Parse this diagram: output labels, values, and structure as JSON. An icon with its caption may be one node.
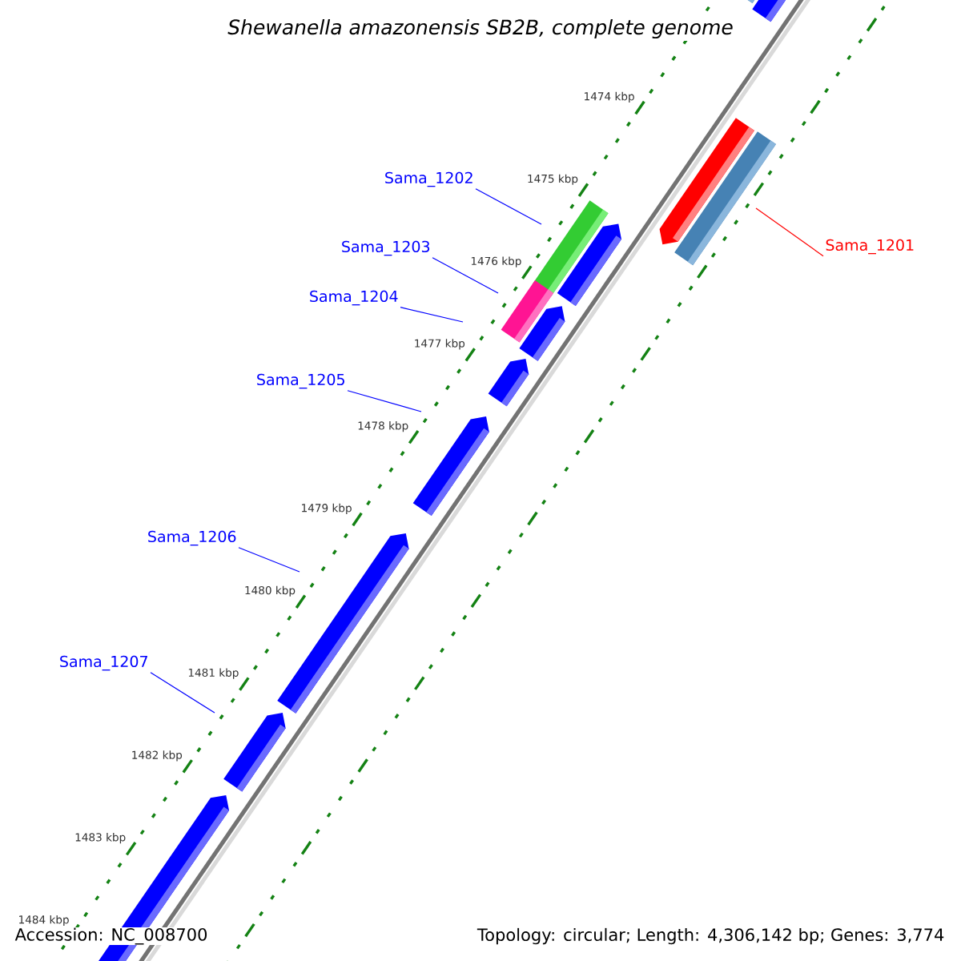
{
  "diagram": {
    "title": "Shewanella amazonensis SB2B, complete genome",
    "nodes": [
      {
        "text": [
          "Sama_1202"
        ]
      },
      {
        "text": [
          "Sama_1201"
        ]
      },
      {
        "text": [
          "Sama_1203"
        ]
      },
      {
        "text": [
          "Sama_1204"
        ]
      },
      {
        "text": [
          "Sama_1205"
        ]
      },
      {
        "text": [
          "Sama_1206"
        ]
      },
      {
        "text": [
          "Sama_1207"
        ]
      }
    ],
    "edges": [
      {
        "from": 0,
        "to": null,
        "arrow": "none"
      },
      {
        "from": 1,
        "to": null,
        "arrow": "none",
        "color": "#ff0000"
      },
      {
        "from": 2,
        "to": null,
        "arrow": "none"
      },
      {
        "from": 3,
        "to": null,
        "arrow": "none"
      },
      {
        "from": 4,
        "to": null,
        "arrow": "none"
      },
      {
        "from": 5,
        "to": null,
        "arrow": "none"
      },
      {
        "from": 6,
        "to": null,
        "arrow": "none"
      }
    ],
    "labels": [
      "1474 kbp",
      "1475 kbp",
      "1476 kbp",
      "1477 kbp",
      "1478 kbp",
      "1479 kbp",
      "1480 kbp",
      "1481 kbp",
      "1482 kbp",
      "1483 kbp",
      "1484 kbp",
      "Accession: NC_008700",
      "Topology: circular; Length: 4,306,142 bp; Genes: 3,774"
    ]
  }
}
